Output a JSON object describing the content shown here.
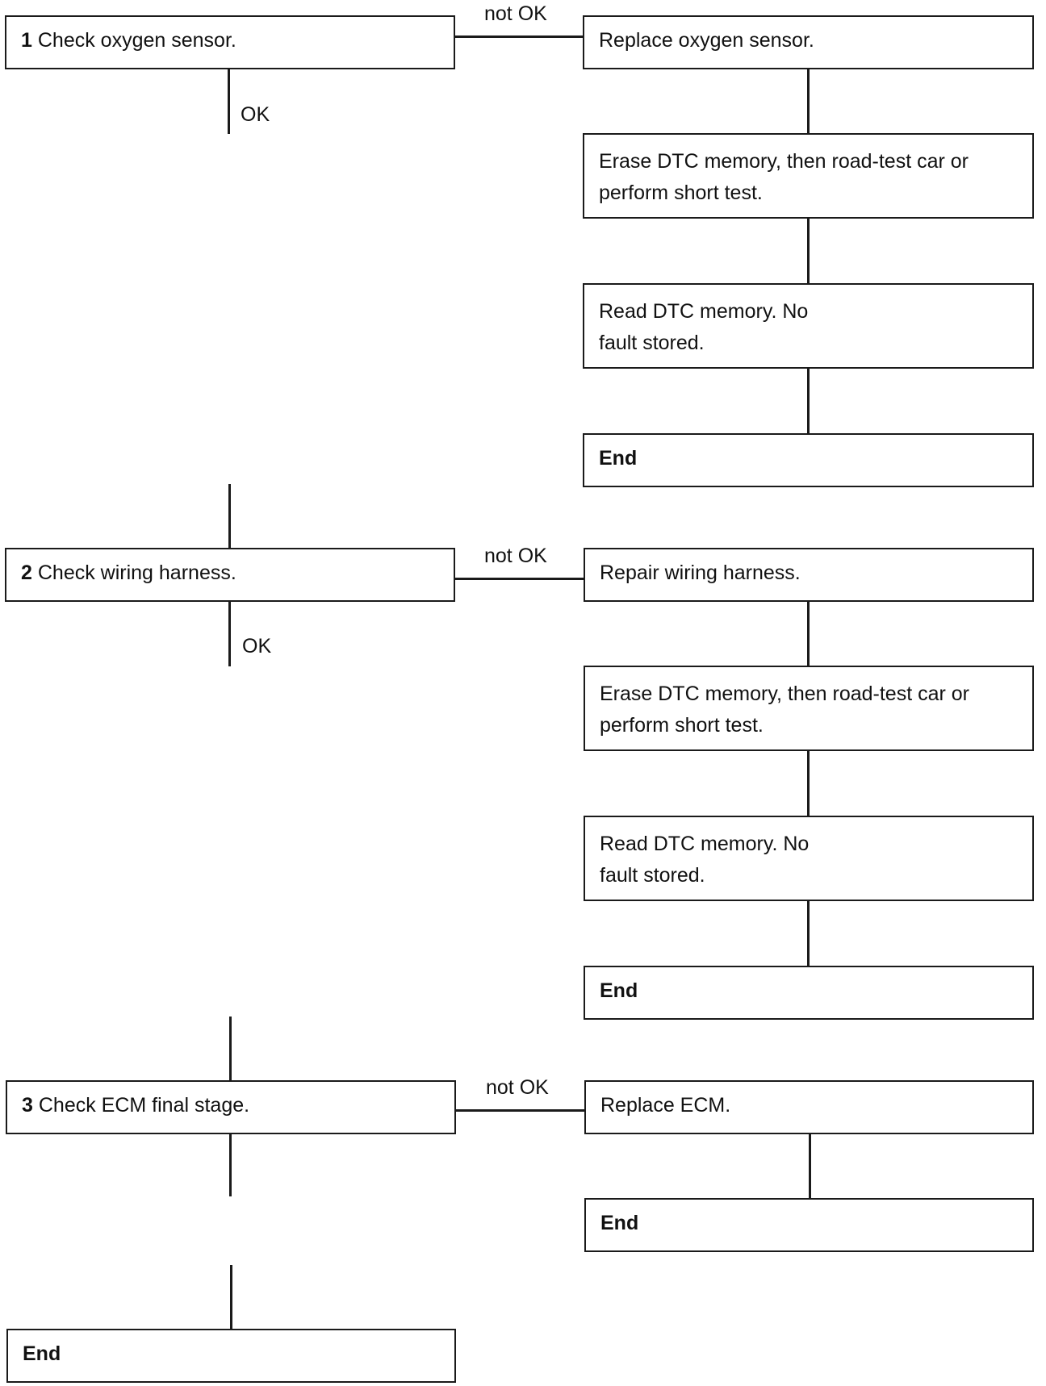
{
  "steps": [
    {
      "number": "1",
      "title": "Check oxygen sensor.",
      "not_ok_label": "not OK",
      "ok_label": "OK",
      "actions": [
        "Replace oxygen sensor.",
        "Erase DTC memory, then road-test car or perform short test.",
        "Read DTC memory. No fault stored.",
        "End"
      ]
    },
    {
      "number": "2",
      "title": "Check wiring harness.",
      "not_ok_label": "not OK",
      "ok_label": "OK",
      "actions": [
        "Repair wiring harness.",
        "Erase DTC memory, then road-test car or perform short test.",
        "Read DTC memory. No fault stored.",
        "End"
      ]
    },
    {
      "number": "3",
      "title": "Check ECM final stage.",
      "not_ok_label": "not OK",
      "actions": [
        "Replace ECM.",
        "End"
      ]
    }
  ],
  "final_end": "End"
}
